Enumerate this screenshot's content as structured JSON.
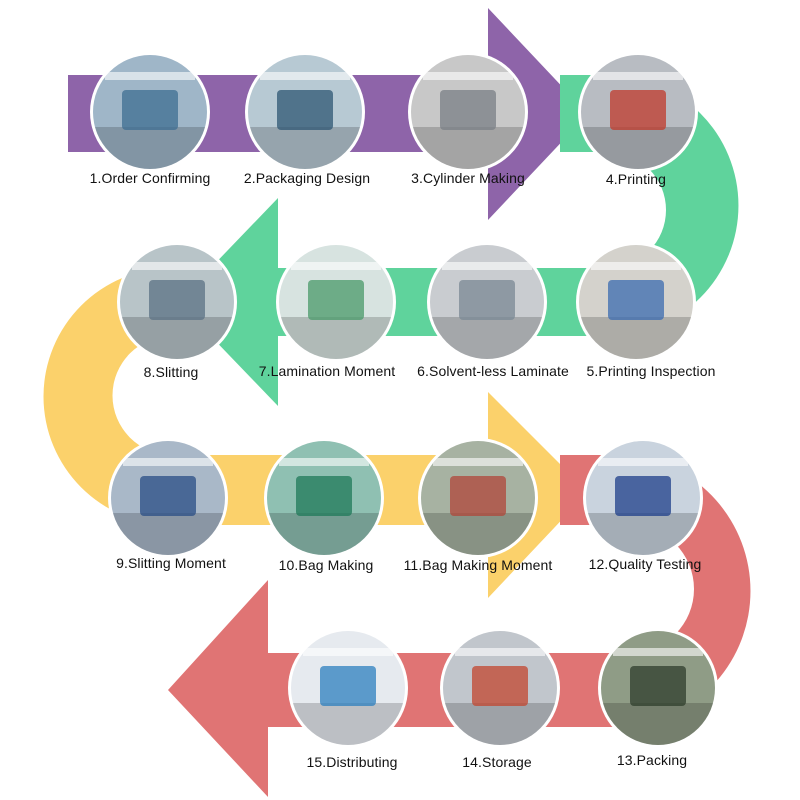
{
  "colors": {
    "purple": "#8e64a9",
    "green": "#5fd39c",
    "yellow": "#fbd16b",
    "red": "#e07474"
  },
  "steps": [
    {
      "label": "1.Order Confirming",
      "icon": "office-photo"
    },
    {
      "label": "2.Packaging Design",
      "icon": "design-office-photo"
    },
    {
      "label": "3.Cylinder Making",
      "icon": "cylinder-photo"
    },
    {
      "label": "4.Printing",
      "icon": "printing-machine-photo"
    },
    {
      "label": "5.Printing Inspection",
      "icon": "inspection-screen-photo"
    },
    {
      "label": "6.Solvent-less Laminate",
      "icon": "laminate-roll-photo"
    },
    {
      "label": "7.Lamination Moment",
      "icon": "lamination-machine-photo"
    },
    {
      "label": "8.Slitting",
      "icon": "slitting-machine-photo"
    },
    {
      "label": "9.Slitting Moment",
      "icon": "slitting-rolls-photo"
    },
    {
      "label": "10.Bag Making",
      "icon": "bag-making-machine-photo"
    },
    {
      "label": "11.Bag Making Moment",
      "icon": "bag-production-photo"
    },
    {
      "label": "12.Quality Testing",
      "icon": "quality-workers-photo"
    },
    {
      "label": "13.Packing",
      "icon": "packing-boxes-photo"
    },
    {
      "label": "14.Storage",
      "icon": "warehouse-photo"
    },
    {
      "label": "15.Distributing",
      "icon": "plane-ship-globe-photo"
    }
  ]
}
